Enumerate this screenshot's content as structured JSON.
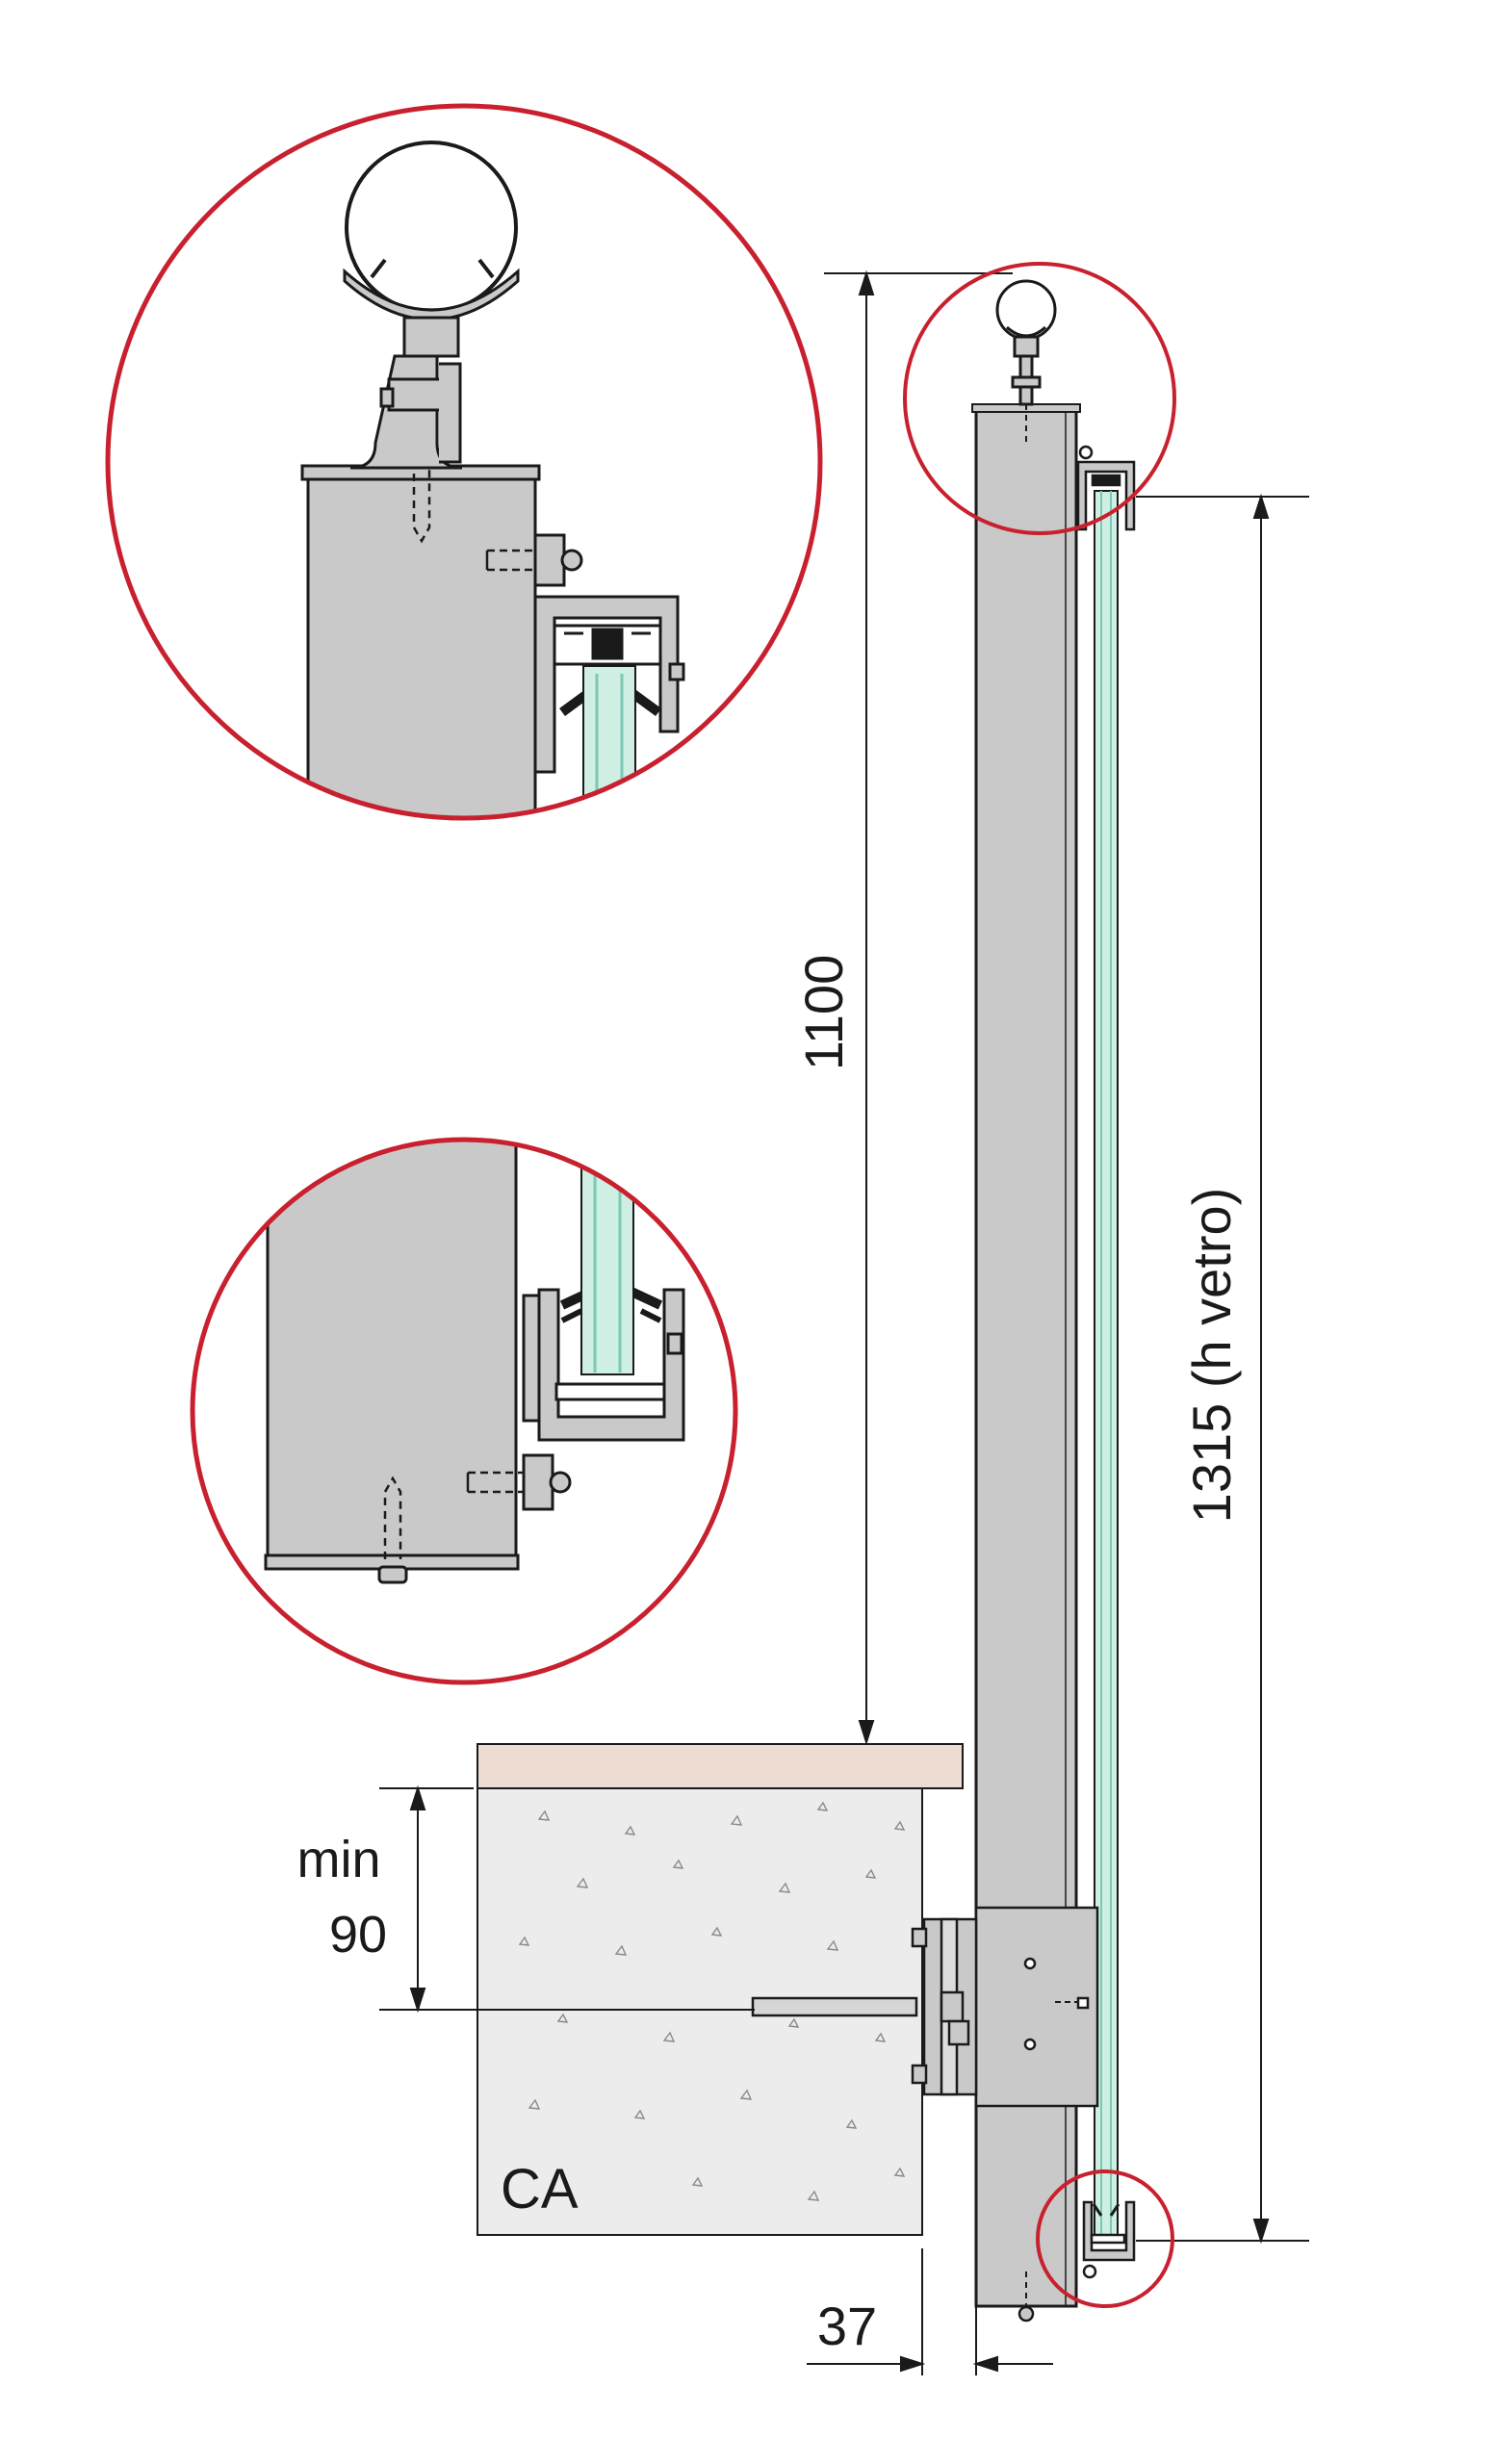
{
  "dimensions": {
    "total_height": "1100",
    "glass_height": "1315 (h vetro)",
    "embed_min_label": "min",
    "embed_min_value": "90",
    "offset": "37"
  },
  "labels": {
    "concrete": "CA"
  },
  "colors": {
    "circle": "#c8202e",
    "post": "#c9c9c9",
    "glass": "#cfeee4",
    "glass_edge": "#7cc8b4",
    "paving": "#ecdcd2",
    "concrete": "#ececec",
    "line": "#1a1a1a"
  }
}
